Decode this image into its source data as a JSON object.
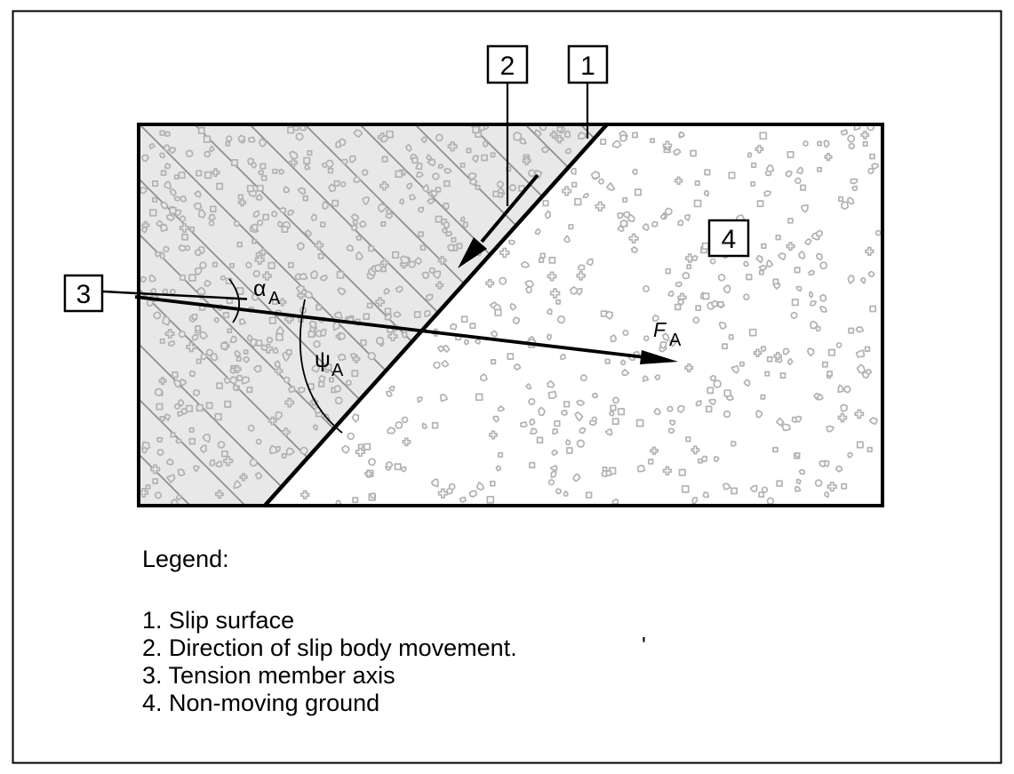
{
  "callouts": [
    {
      "label": "1"
    },
    {
      "label": "2"
    },
    {
      "label": "3"
    },
    {
      "label": "4"
    }
  ],
  "symbols": {
    "alpha_main": "α",
    "alpha_sub": "A",
    "psi_main": "ψ",
    "psi_sub": "A",
    "force_main": "F",
    "force_sub": "A"
  },
  "stray_mark": "'",
  "legend": {
    "title": "Legend:",
    "items": [
      "1. Slip surface",
      "2. Direction of slip body movement.",
      "3. Tension member axis",
      "4. Non-moving ground"
    ]
  },
  "colors": {
    "line_black": "#000000",
    "slip_body_fill": "#e8e8e8",
    "ground_fill": "#ffffff",
    "hatch_line": "#8f8f8f",
    "particle_outline": "#b2b2b2"
  }
}
